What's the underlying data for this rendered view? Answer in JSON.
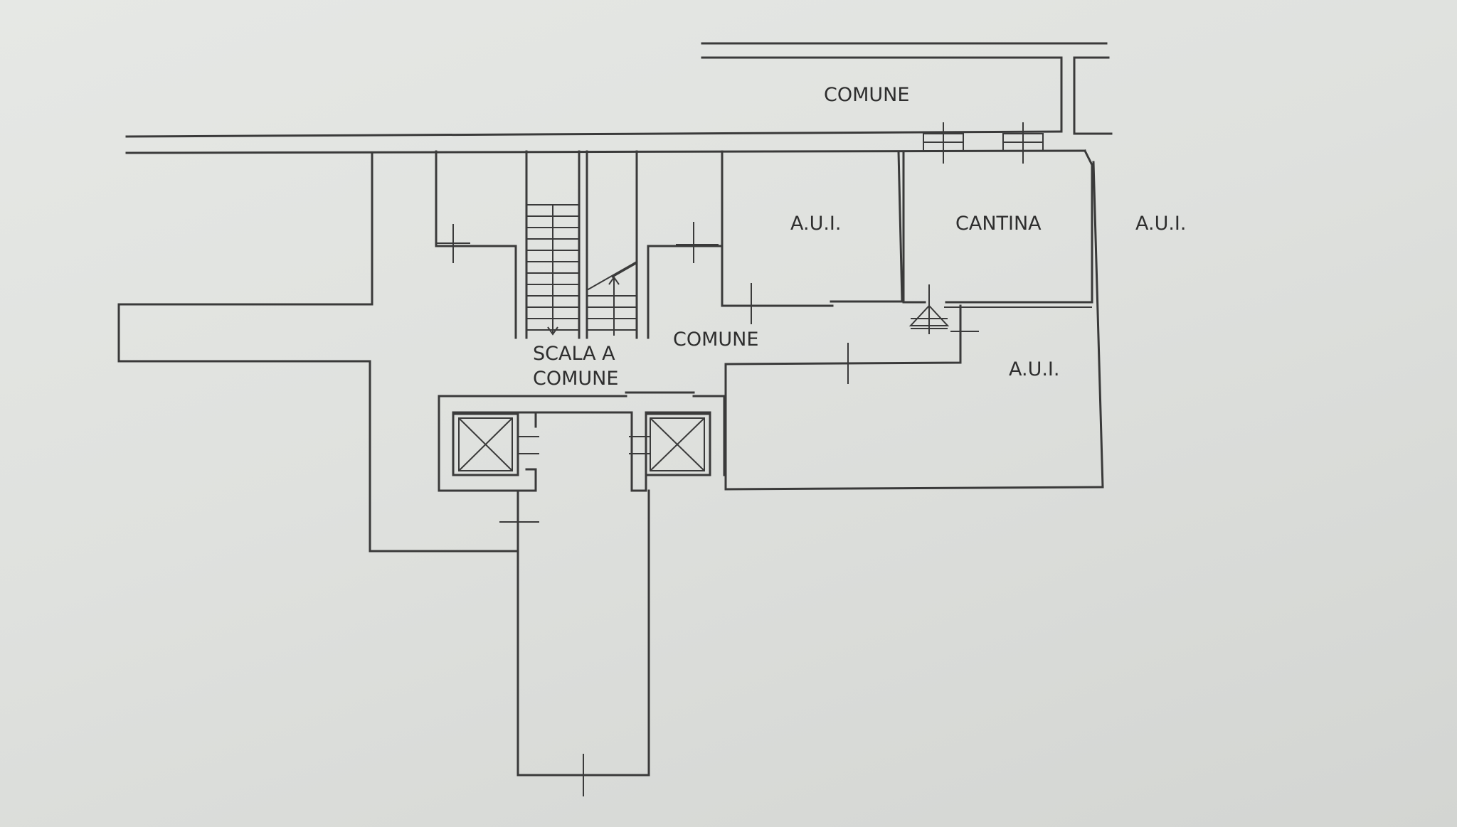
{
  "plan": {
    "labels": {
      "comune_top": "COMUNE",
      "aui_center": "A.U.I.",
      "cantina": "CANTINA",
      "aui_right": "A.U.I.",
      "comune_mid": "COMUNE",
      "aui_lower": "A.U.I.",
      "scala_line1": "SCALA A",
      "scala_line2": "COMUNE"
    },
    "colors": {
      "paper": "#e3e5e2",
      "ink": "#3a3a3a"
    }
  }
}
